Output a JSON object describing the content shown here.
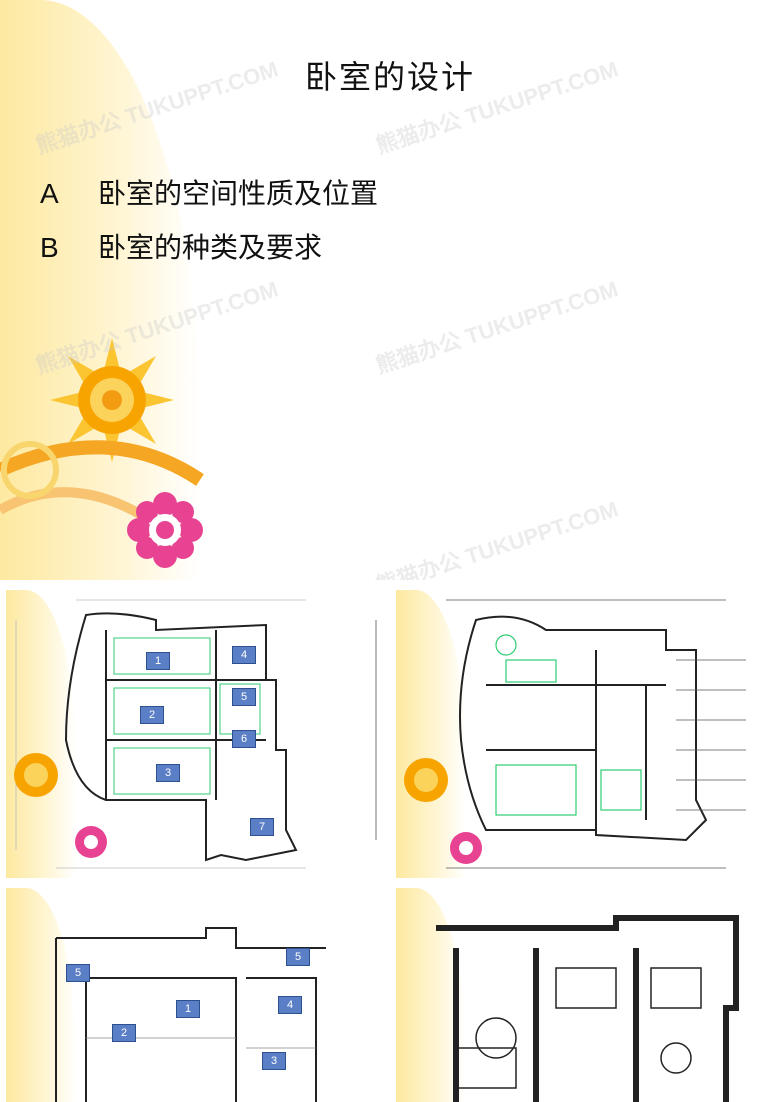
{
  "slide": {
    "title": "卧室的设计",
    "bullets": [
      {
        "letter": "A",
        "text": "卧室的空间性质及位置"
      },
      {
        "letter": "B",
        "text": "卧室的种类及要求"
      }
    ],
    "watermark": "熊猫办公 TUKUPPT.COM"
  },
  "plans": {
    "plan1": {
      "rooms": [
        "1",
        "2",
        "3",
        "4",
        "5",
        "6",
        "7"
      ]
    },
    "plan3": {
      "rooms": [
        "1",
        "2",
        "3",
        "4",
        "5",
        "5"
      ]
    }
  },
  "colors": {
    "room_label": "#5b7fc6",
    "accent_yellow": "#fbc531",
    "accent_pink": "#e84393",
    "plan_green": "#2ecc71"
  }
}
